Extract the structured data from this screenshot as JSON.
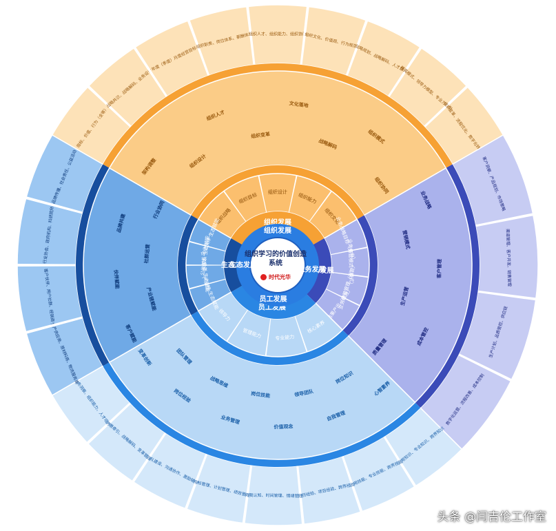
{
  "center": {
    "title": "组织学习的价值创造系统",
    "logo_text": "时代光华"
  },
  "colors": {
    "org_light": "#fde2b8",
    "org_mid": "#fbcc87",
    "org_band": "#f6a134",
    "biz_light": "#c7ccf3",
    "biz_mid": "#aab2ec",
    "biz_band": "#3b4bb8",
    "emp_light": "#d4e8fa",
    "emp_mid": "#b8d8f6",
    "emp_band": "#2a86e3",
    "eco_light": "#9cc7f2",
    "eco_mid": "#6fa9e6",
    "eco_band": "#174e9e",
    "core": "#2a7de1"
  },
  "sectors": {
    "org": {
      "name": "组织发展",
      "inner": [
        "组织战略",
        "组织目标",
        "组织设计",
        "组织能力",
        "组织文化"
      ],
      "middle": [
        "架构调整",
        "组织设计",
        "组织人才",
        "组织变革",
        "文化落地",
        "战略解码",
        "组织模式",
        "组织协同"
      ],
      "outer": [
        "指标、价值、行为（全等）",
        "战略共识、战略解码、业务设计",
        "年度（季度）月度经营目标",
        "组织职责、岗位体系、薪酬体系",
        "组织人才、组织能力、组织协同",
        "组织文化、价值观、行为规范",
        "战略规划、战略解码、人才盘点",
        "精英模式、领导力模型、专业力模型",
        "组织变革、流程优化、数字化转型"
      ]
    },
    "biz": {
      "name": "业务发展",
      "inner": [
        "业务战略目标（方向）",
        "业务经营模式（模式）",
        "业务经营管理（运营）",
        "业务结果产出（绩效）"
      ],
      "middle": [
        "业务战略",
        "营销模式",
        "客户管理",
        "生产运营",
        "成本管控",
        "质量管理"
      ],
      "outer": [
        "客户洞察、产品规划、市场策略",
        "渠道管理、客户开发、销售管理",
        "生产计划、品质管控、供应链",
        "数字化运营、流程改善、成本控制"
      ]
    },
    "emp": {
      "name": "员工发展",
      "inner": [
        "核心素养",
        "专业能力",
        "管理能力",
        "领导力"
      ],
      "middle": [
        "心智素养",
        "岗位知识",
        "自我管理",
        "领导团队",
        "价值观念",
        "岗位技能",
        "业务管理",
        "战略思维",
        "岗位经验",
        "团队管理",
        "变革创新"
      ],
      "outer": [
        "通用知识、专业知识、跨界知识",
        "通用技能、专业技能、跨界技能",
        "简历经验、项目经验、跨界经验",
        "自我认知、时间管理、情绪管理",
        "目标管理、计划管理、绩效管理",
        "团队建设、沟通协作、激励辅导",
        "愿景牵引、战略解码、变革管理",
        "业务洞察、组织能力、人才培养"
      ]
    },
    "eco": {
      "name": "生态发展",
      "inner": [
        "产业链 生态赋能",
        "消费者 生态赋能",
        "公共关系 生态赋能",
        "企业伙伴 生态赋能"
      ],
      "middle": [
        "客户赋能",
        "产业链赋能",
        "伙伴赋能",
        "社群运营",
        "品牌共建",
        "行业协同"
      ],
      "outer": [
        "生产供应商、原材料商、物流服务商",
        "客户伙伴、用户社群、经销商",
        "行业协会、政府机构、科研院所",
        "品牌传播、社会责任、公益活动"
      ]
    }
  }
}
